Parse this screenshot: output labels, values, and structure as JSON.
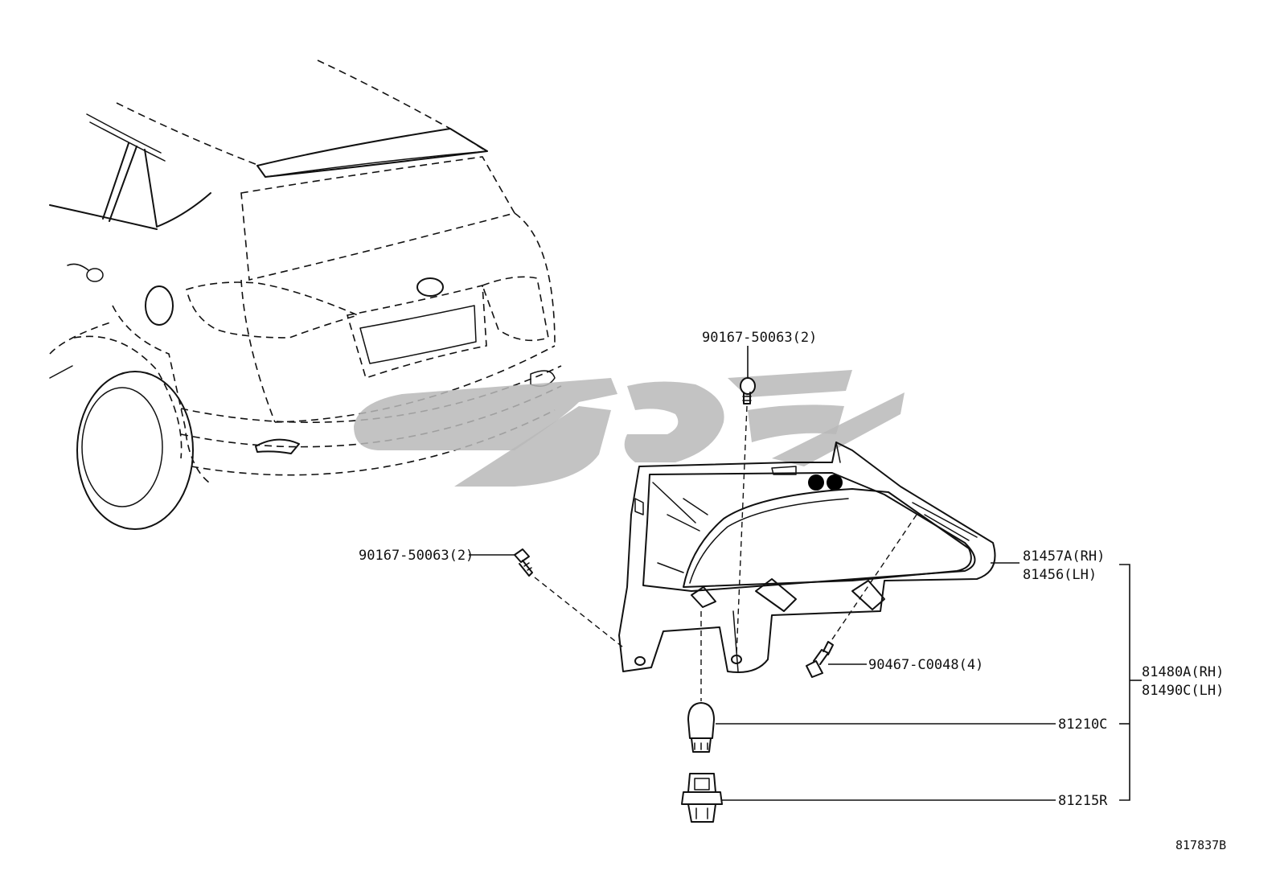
{
  "diagram": {
    "figure_code": "817837B",
    "colors": {
      "line": "#111111",
      "watermark": "#b9b9b9",
      "background": "#ffffff"
    },
    "callouts": [
      {
        "id": "screw-top",
        "label": "90167-50063(2)"
      },
      {
        "id": "screw-left",
        "label": "90167-50063(2)"
      },
      {
        "id": "reflector-rh",
        "label": "81457A(RH)"
      },
      {
        "id": "reflector-lh",
        "label": "81456(LH)"
      },
      {
        "id": "clip",
        "label": "90467-C0048(4)"
      },
      {
        "id": "assembly-rh",
        "label": "81480A(RH)"
      },
      {
        "id": "assembly-lh",
        "label": "81490C(LH)"
      },
      {
        "id": "bulb",
        "label": "81210C"
      },
      {
        "id": "socket",
        "label": "81215R"
      }
    ],
    "icons": {
      "vehicle": "suv-rear-view-icon",
      "lamp": "rear-fog-lamp-housing-icon",
      "screw": "screw-icon",
      "clip": "push-clip-icon",
      "bulb": "wedge-bulb-icon",
      "socket": "bulb-socket-icon",
      "watermark": "watermark-logo"
    }
  }
}
